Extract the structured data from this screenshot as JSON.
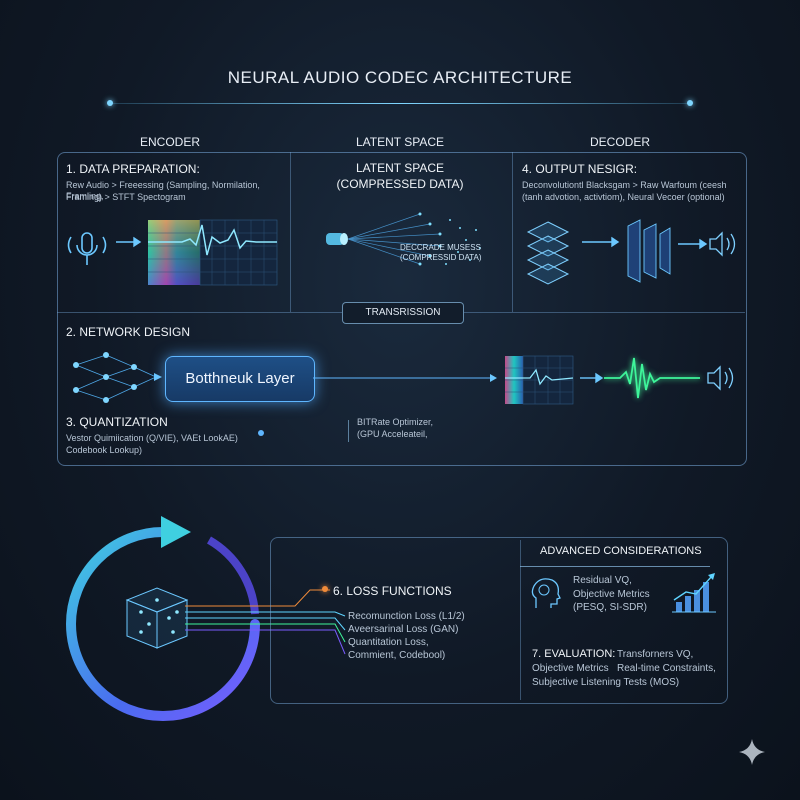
{
  "title": "NEURAL AUDIO CODEC ARCHITECTURE",
  "columns": {
    "encoder": "ENCODER",
    "latent": "LATENT SPACE",
    "decoder": "DECODER"
  },
  "data_prep": {
    "title": "1. DATA PREPARATION:",
    "line1": "Rew Audio > Freeessing (Sampling, Normilation, Framling,",
    "line2": "Framing) > STFT Spectogram"
  },
  "latent": {
    "title1": "LATENT SPACE",
    "title2": "(COMPRESSED DATA)",
    "label1": "DECCRADE MUSESS",
    "label2": "(COMPRESSID DATA)"
  },
  "output": {
    "title": "4. OUTPUT NESIGR:",
    "line1": "Deconvolutiontl Blacksgam > Raw Warfoum (ceesh",
    "line2": "(tanh advotion, activtiom), Neural Vecoer (optional)"
  },
  "transmission": "TRANSRISSION",
  "network": {
    "title": "2. NETWORK DESIGN",
    "bottleneck": "Botthneuk Layer"
  },
  "quant": {
    "title": "3. QUANTIZATION",
    "line1": "Vestor Quimiication (Q/VIE), VAEt LookAE)",
    "line2": "Codebook Lookup)"
  },
  "bitrate": {
    "line1": "BITRate Optimizer,",
    "line2": "(GPU Acceleateil,"
  },
  "loss": {
    "title": "6. LOSS FUNCTIONS",
    "items": [
      "Recomunction Loss (L1/2)",
      "Aveersarinal Loss (GAN)",
      "Quantitation Loss,",
      "Commient, Codebool)"
    ]
  },
  "advanced": {
    "title": "ADVANCED CONSIDERATIONS",
    "lines": [
      "Residual VQ,",
      "Objective Metrics",
      "(PESQ, SI-SDR)"
    ]
  },
  "evaluation": {
    "title": "7. EVALUATION:",
    "col1": "Objective Metrics",
    "col2a": "Transforners VQ,",
    "col2b": "Real-time Constraints,",
    "line3": "Subjective Listening Tests (MOS)"
  },
  "colors": {
    "accent": "#5fd4ff",
    "green": "#3ef59a",
    "orange": "#f08b3a",
    "purple": "#7a5cff"
  }
}
